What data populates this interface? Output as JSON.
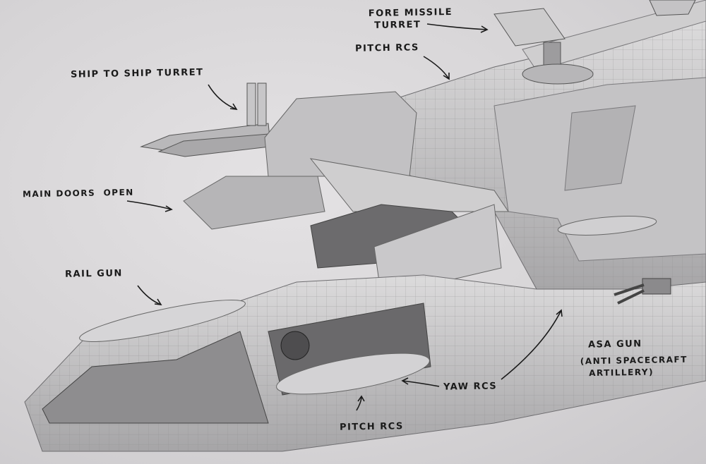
{
  "annotations": {
    "fore_missile_turret": [
      "Fore missile",
      "turret"
    ],
    "pitch_rcs_top": "Pitch RCS",
    "ship_to_ship_turret": "Ship to ship turret",
    "main_doors_open": "Main doors  open",
    "rail_gun": "Rail gun",
    "asa_gun": "Asa gun",
    "asa_gun_detail": [
      "(Anti spacecraft",
      "artillery)"
    ],
    "yaw_rcs": "Yaw RCS",
    "pitch_rcs_bottom": "Pitch RCS"
  },
  "colors": {
    "hull_light": "#c9c8c9",
    "hull_mid": "#a9a8aa",
    "hull_dark": "#5e5e60",
    "ink": "#1a1a1a"
  }
}
